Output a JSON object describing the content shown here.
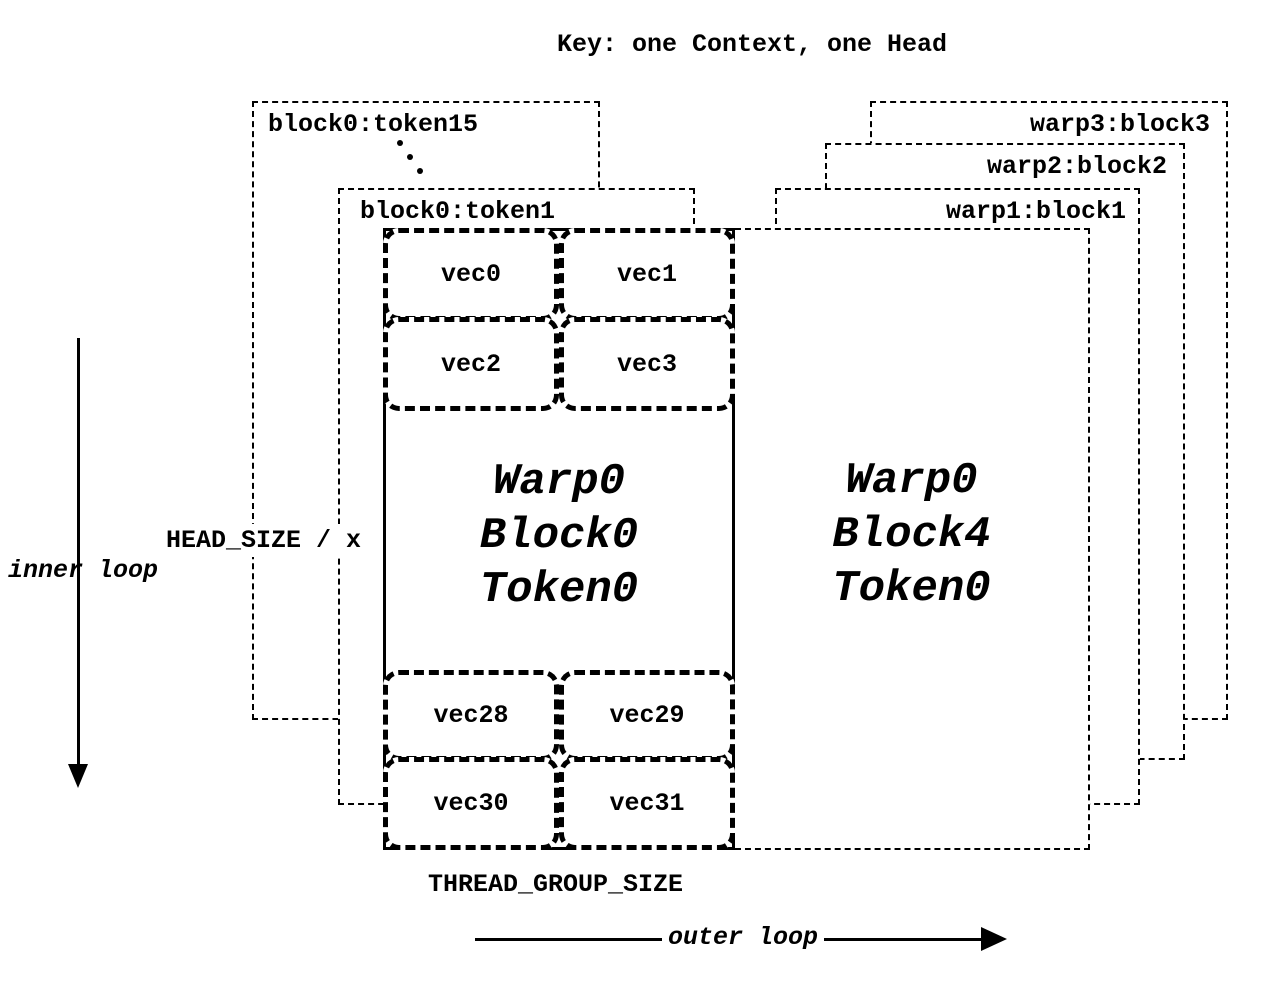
{
  "title": "Key: one Context, one Head",
  "left_stack": {
    "token15": "block0:token15",
    "token1": "block0:token1",
    "ellipsis": "..."
  },
  "right_stack": {
    "warp3": "warp3:block3",
    "warp2": "warp2:block2",
    "warp1": "warp1:block1"
  },
  "block0": {
    "lines": [
      "Warp0",
      "Block0",
      "Token0"
    ],
    "vecs_top": [
      "vec0",
      "vec1",
      "vec2",
      "vec3"
    ],
    "vecs_bottom": [
      "vec28",
      "vec29",
      "vec30",
      "vec31"
    ]
  },
  "block4": {
    "lines": [
      "Warp0",
      "Block4",
      "Token0"
    ]
  },
  "labels": {
    "head_size": "HEAD_SIZE / x",
    "inner_loop": "inner loop",
    "thread_group_size": "THREAD_GROUP_SIZE",
    "outer_loop": "outer loop"
  },
  "colors": {
    "foreground": "#000000",
    "background": "#ffffff"
  }
}
